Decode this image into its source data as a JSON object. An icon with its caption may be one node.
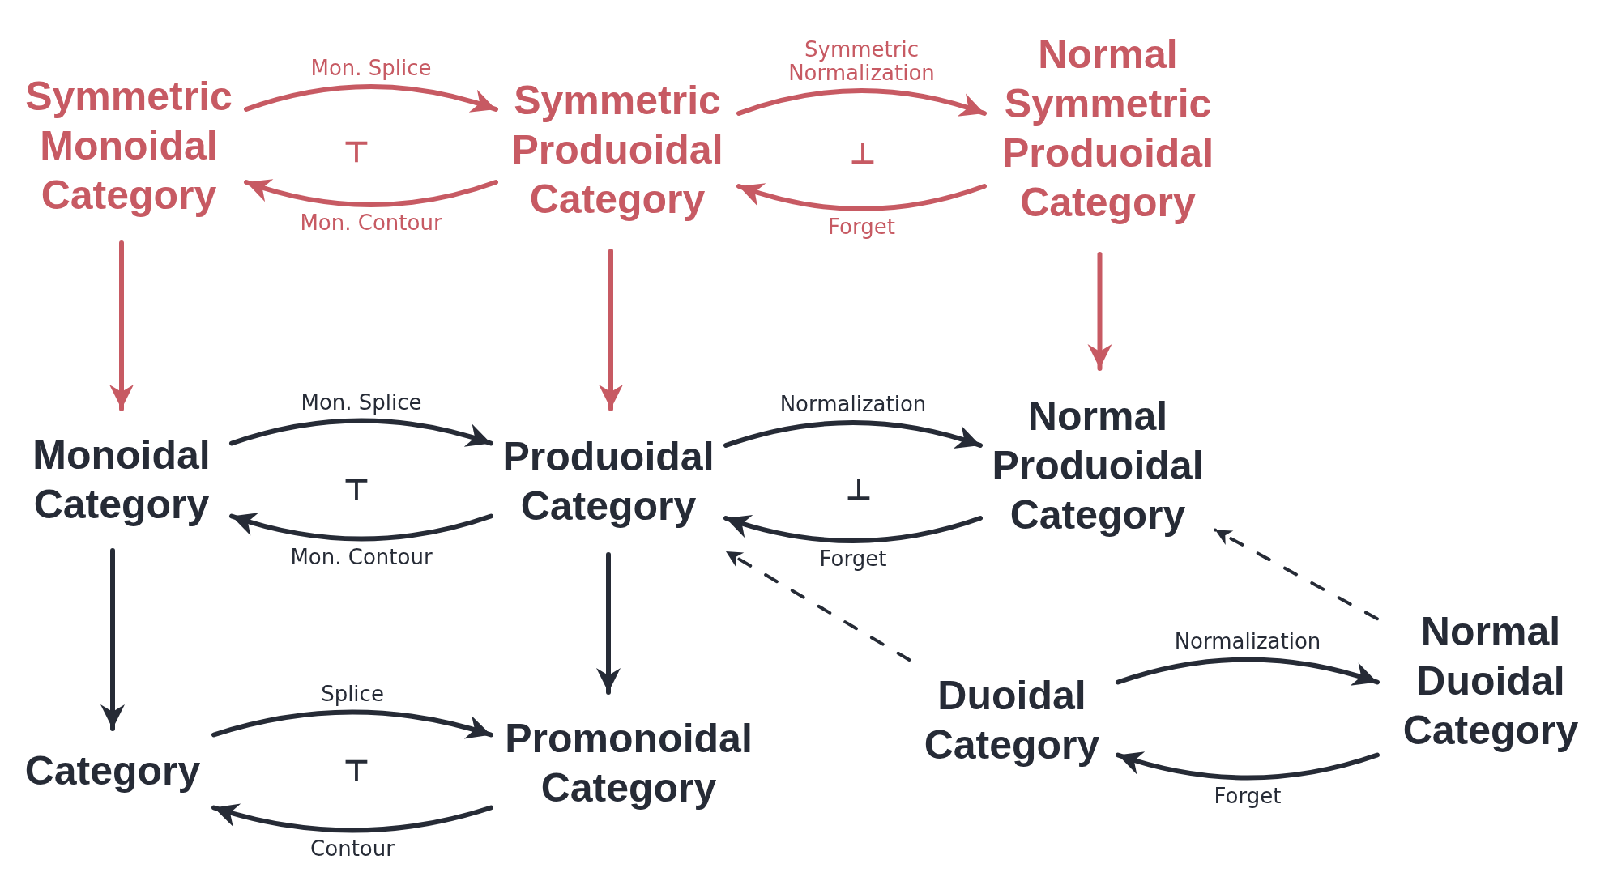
{
  "diagram": {
    "nodes": [
      {
        "text": [
          "Symmetric Monoidal Category"
        ]
      },
      {
        "text": [
          "Symmetric Produoidal Category"
        ]
      },
      {
        "text": [
          "Normal Symmetric Produoidal Category"
        ]
      },
      {
        "text": [
          "Monoidal Category"
        ]
      },
      {
        "text": [
          "Produoidal Category"
        ]
      },
      {
        "text": [
          "Normal Produoidal Category"
        ]
      },
      {
        "text": [
          "Duoidal Category"
        ]
      },
      {
        "text": [
          "Normal Duoidal Category"
        ]
      },
      {
        "text": [
          "Category"
        ]
      },
      {
        "text": [
          "Promonoidal Category"
        ]
      }
    ],
    "edges": [
      {
        "from": 0,
        "to": 1,
        "arrow": "to",
        "label": "Mon. Splice",
        "color": "#c75a63"
      },
      {
        "from": 1,
        "to": 0,
        "arrow": "to",
        "label": "Mon. Contour",
        "color": "#c75a63"
      },
      {
        "from": 1,
        "to": 2,
        "arrow": "to",
        "label": "Symmetric Normalization",
        "color": "#c75a63"
      },
      {
        "from": 2,
        "to": 1,
        "arrow": "to",
        "label": "Forget",
        "color": "#c75a63"
      },
      {
        "from": 0,
        "to": 3,
        "arrow": "to",
        "color": "#c75a63"
      },
      {
        "from": 1,
        "to": 4,
        "arrow": "to",
        "color": "#c75a63"
      },
      {
        "from": 2,
        "to": 5,
        "arrow": "to",
        "color": "#c75a63"
      },
      {
        "from": 3,
        "to": 4,
        "arrow": "to",
        "label": "Mon. Splice"
      },
      {
        "from": 4,
        "to": 3,
        "arrow": "to",
        "label": "Mon. Contour"
      },
      {
        "from": 4,
        "to": 5,
        "arrow": "to",
        "label": "Normalization"
      },
      {
        "from": 5,
        "to": 4,
        "arrow": "to",
        "label": "Forget"
      },
      {
        "from": 3,
        "to": 8,
        "arrow": "to"
      },
      {
        "from": 4,
        "to": 9,
        "arrow": "to"
      },
      {
        "from": 8,
        "to": 9,
        "arrow": "to",
        "label": "Splice"
      },
      {
        "from": 9,
        "to": 8,
        "arrow": "to",
        "label": "Contour"
      },
      {
        "from": 6,
        "to": 4,
        "arrow": "to",
        "style": "dashed"
      },
      {
        "from": 7,
        "to": 5,
        "arrow": "to",
        "style": "dashed"
      },
      {
        "from": 6,
        "to": 7,
        "arrow": "to",
        "label": "Normalization"
      },
      {
        "from": 7,
        "to": 6,
        "arrow": "to",
        "label": "Forget"
      }
    ],
    "labels": [
      "⊤",
      "⊥",
      "⊤",
      "⊥",
      "⊤"
    ]
  }
}
